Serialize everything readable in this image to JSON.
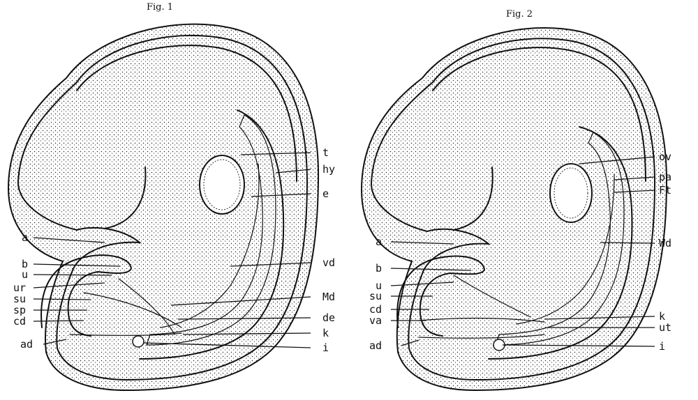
{
  "figures": [
    {
      "title": "Fig. 1",
      "labels": {
        "t": "t",
        "hy": "hy",
        "e": "e",
        "a": "a",
        "b": "b",
        "u": "u",
        "vd": "vd",
        "ur": "ur",
        "su": "su",
        "Md": "Md",
        "sp": "sp",
        "de": "de",
        "cd": "cd",
        "k": "k",
        "ad": "ad",
        "i": "i"
      }
    },
    {
      "title": "Fig. 2",
      "labels": {
        "ov": "ov",
        "pa": "pa",
        "Ft": "Ft",
        "a": "a",
        "Wd": "Wd",
        "b": "b",
        "u": "u",
        "su": "su",
        "cd": "cd",
        "k": "k",
        "va": "va",
        "ut": "ut",
        "ad": "ad",
        "i": "i"
      }
    }
  ]
}
